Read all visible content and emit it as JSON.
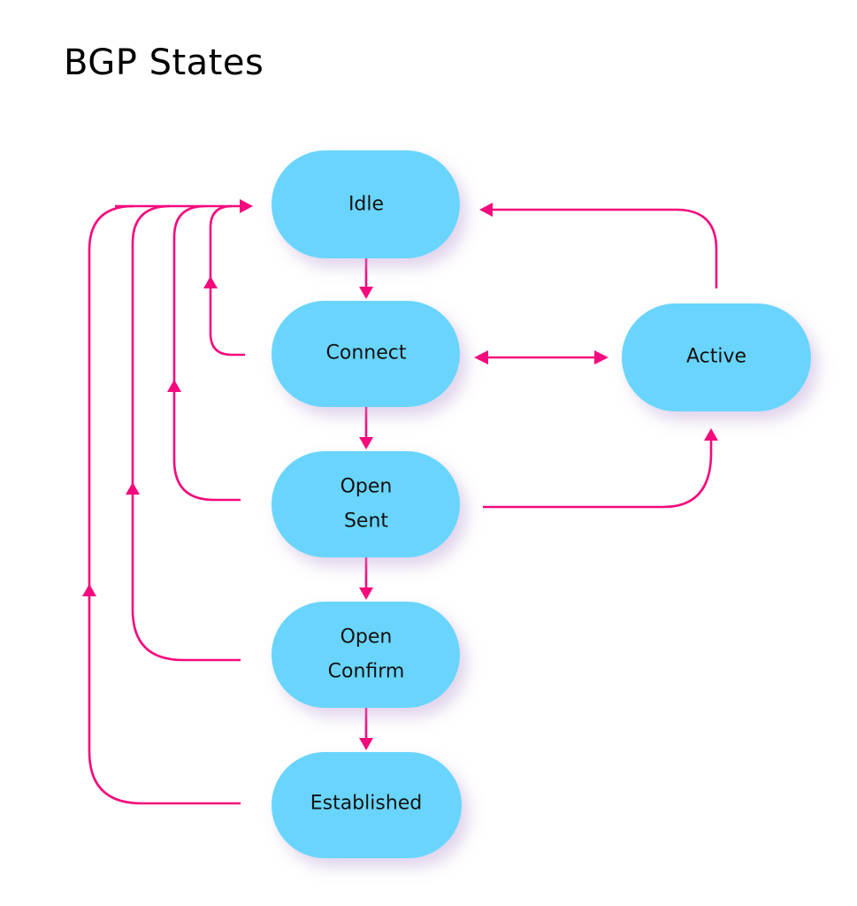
{
  "title": "BGP States",
  "colors": {
    "node_fill": "#69d5fd",
    "edge": "#f50a7d",
    "text": "#000000"
  },
  "nodes": [
    {
      "id": "idle",
      "label": "Idle"
    },
    {
      "id": "connect",
      "label": "Connect"
    },
    {
      "id": "open_sent",
      "label": "Open Sent",
      "lines": [
        "Open",
        "Sent"
      ]
    },
    {
      "id": "open_confirm",
      "label": "Open Confirm",
      "lines": [
        "Open",
        "Confirm"
      ]
    },
    {
      "id": "established",
      "label": "Established"
    },
    {
      "id": "active",
      "label": "Active"
    }
  ],
  "edges": [
    {
      "from": "idle",
      "to": "connect",
      "direction": "forward"
    },
    {
      "from": "connect",
      "to": "open_sent",
      "direction": "forward"
    },
    {
      "from": "open_sent",
      "to": "open_confirm",
      "direction": "forward"
    },
    {
      "from": "open_confirm",
      "to": "established",
      "direction": "forward"
    },
    {
      "from": "connect",
      "to": "active",
      "direction": "both"
    },
    {
      "from": "active",
      "to": "idle",
      "direction": "forward"
    },
    {
      "from": "open_sent",
      "to": "active",
      "direction": "forward"
    },
    {
      "from": "connect",
      "to": "idle",
      "direction": "forward"
    },
    {
      "from": "open_sent",
      "to": "idle",
      "direction": "forward"
    },
    {
      "from": "open_confirm",
      "to": "idle",
      "direction": "forward"
    },
    {
      "from": "established",
      "to": "idle",
      "direction": "forward"
    }
  ]
}
